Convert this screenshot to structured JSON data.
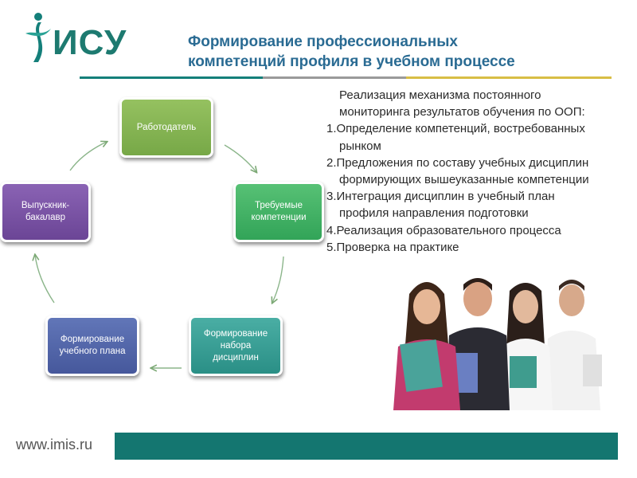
{
  "logo": {
    "text": "ИСУ"
  },
  "title": {
    "line1": "Формирование профессиональных",
    "line2": "компетенций профиля в учебном процессе"
  },
  "cycle": {
    "nodes": [
      {
        "id": "employer",
        "label": "Работодатель",
        "color": "#86b653"
      },
      {
        "id": "competencies",
        "label": "Требуемые\nкомпетенции",
        "color": "#44b466"
      },
      {
        "id": "disciplines",
        "label": "Формирование\nнабора\nдисциплин",
        "color": "#3a9f96"
      },
      {
        "id": "plan",
        "label": "Формирование\nучебного плана",
        "color": "#5367aa"
      },
      {
        "id": "graduate",
        "label": "Выпускник-\nбакалавр",
        "color": "#7a53a4"
      }
    ]
  },
  "text": {
    "intro1": "Реализация механизма постоянного",
    "intro2": "мониторинга результатов обучения по ООП:",
    "item1a": "1.Определение компетенций, востребованных",
    "item1b": "рынком",
    "item2a": "2.Предложения по составу учебных дисциплин",
    "item2b": "формирующих вышеуказанные компетенции",
    "item3a": "3.Интеграция дисциплин в учебный план",
    "item3b": "профиля направления подготовки",
    "item4": "4.Реализация образовательного процесса",
    "item5": "5.Проверка на практике"
  },
  "footer": {
    "url": "www.imis.ru"
  },
  "colors": {
    "brand_teal": "#147670",
    "title_blue": "#2a6b93",
    "rule_grey": "#9a9a9a",
    "rule_gold": "#d8be46"
  }
}
